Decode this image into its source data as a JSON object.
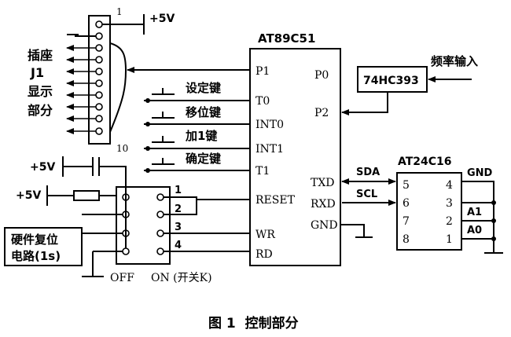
{
  "chip": {
    "name": "AT89C51",
    "pins_left": [
      "P1",
      "T0",
      "INT0",
      "INT1",
      "T1",
      "RESET",
      "WR",
      "RD"
    ],
    "pins_right": [
      "P0",
      "P2",
      "TXD",
      "RXD",
      "GND"
    ]
  },
  "counter": {
    "name": "74HC393",
    "input_label": "频率输入"
  },
  "eeprom": {
    "name": "AT24C16",
    "left_pins": [
      "5",
      "6",
      "7",
      "8"
    ],
    "right_pins": [
      "4",
      "3",
      "2",
      "1"
    ],
    "right_labels": [
      "GND",
      "A1",
      "A0"
    ]
  },
  "bus_labels": {
    "sda": "SDA",
    "scl": "SCL"
  },
  "connector": {
    "pin_first": "1",
    "pin_last": "10",
    "power": "+5V",
    "labels": [
      "插座",
      "J1",
      "显示",
      "部分"
    ]
  },
  "keys": [
    "设定键",
    "移位键",
    "加1键",
    "确定键"
  ],
  "reset": {
    "power_cap": "+5V",
    "power_res": "+5V",
    "circuit_label_line1": "硬件复位",
    "circuit_label_line2": "电路(1s)"
  },
  "switch": {
    "numbers": [
      "1",
      "2",
      "3",
      "4"
    ],
    "off_label": "OFF",
    "on_label": "ON (开关K)"
  },
  "figure_caption": "图 1  控制部分"
}
